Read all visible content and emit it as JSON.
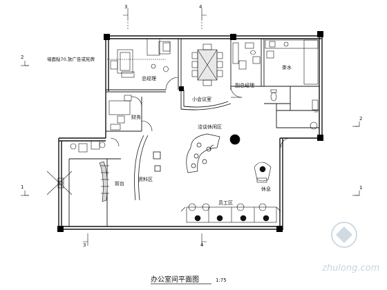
{
  "plan": {
    "title": "办公室间平面图",
    "scale": "1:75",
    "axis_top_left": "3",
    "axis_top_right": "4",
    "axis_bottom_left": "3",
    "axis_bottom_right": "4",
    "axis_left_upper": "2",
    "axis_left_lower": "1",
    "axis_right_upper": "2",
    "axis_right_lower": "1",
    "note_label": "墙面贴70.放广告或宪牌"
  },
  "rooms": {
    "general_manager": "总经理",
    "meeting": "小会议室",
    "deputy_manager": "副总经理",
    "pantry": "茶水",
    "finance": "财务",
    "negotiation": "洽谈休闲区",
    "reception": "前台",
    "materials": "资料区",
    "staff": "员工区",
    "lounge": "休息"
  },
  "watermark": {
    "text": "zhulong.com"
  },
  "colors": {
    "line": "#111111",
    "column": "#000000",
    "watermark": "#c8d4dc"
  }
}
